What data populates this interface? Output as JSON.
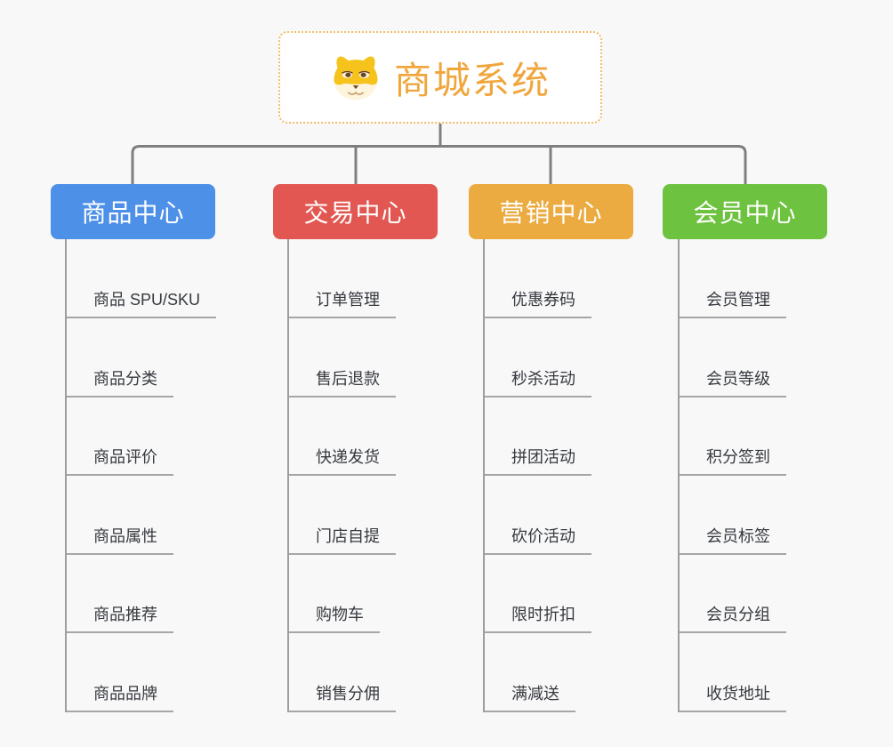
{
  "root": {
    "title": "商城系统",
    "icon": "shiba-dog-face-icon"
  },
  "branches": [
    {
      "label": "商品中心",
      "color": "#4d90e8",
      "children": [
        "商品 SPU/SKU",
        "商品分类",
        "商品评价",
        "商品属性",
        "商品推荐",
        "商品品牌"
      ]
    },
    {
      "label": "交易中心",
      "color": "#e25751",
      "children": [
        "订单管理",
        "售后退款",
        "快递发货",
        "门店自提",
        "购物车",
        "销售分佣"
      ]
    },
    {
      "label": "营销中心",
      "color": "#ebab40",
      "children": [
        "优惠券码",
        "秒杀活动",
        "拼团活动",
        "砍价活动",
        "限时折扣",
        "满减送"
      ]
    },
    {
      "label": "会员中心",
      "color": "#6dc23f",
      "children": [
        "会员管理",
        "会员等级",
        "积分签到",
        "会员标签",
        "会员分组",
        "收货地址"
      ]
    }
  ],
  "colors": {
    "background": "#f8f8f8",
    "root_border": "#f2bc6b",
    "root_text": "#f0a63d",
    "connector": "#7f7f7f",
    "column_line": "#9e9e9e",
    "leaf_underline": "#a6a6a6",
    "leaf_text": "#36393f"
  }
}
